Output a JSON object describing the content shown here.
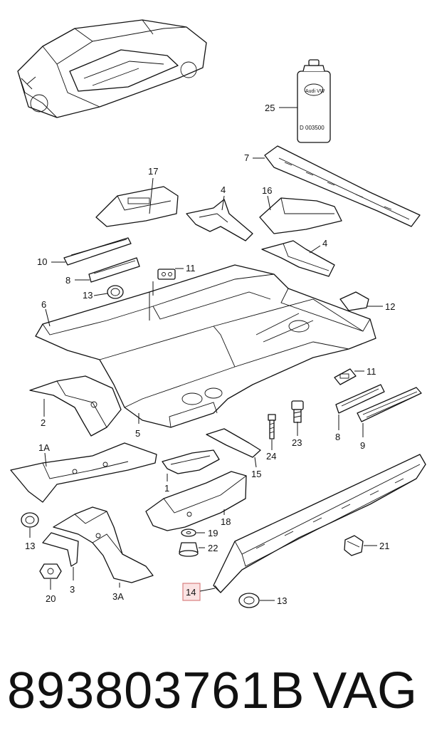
{
  "diagram": {
    "can_label": "D 003500",
    "can_brand": "Audi VW",
    "callouts": {
      "c25": "25",
      "c7": "7",
      "c17": "17",
      "c4a": "4",
      "c16": "16",
      "c10": "10",
      "c4b": "4",
      "c11a": "11",
      "c8a": "8",
      "c13a": "13",
      "c6": "6",
      "c12": "12",
      "c11b": "11",
      "c2": "2",
      "c5": "5",
      "c24": "24",
      "c23": "23",
      "c8b": "8",
      "c9": "9",
      "c1a": "1A",
      "c1": "1",
      "c15": "15",
      "c18": "18",
      "c13b": "13",
      "c19": "19",
      "c22": "22",
      "c21": "21",
      "c20": "20",
      "c3": "3",
      "c3a": "3A",
      "c14": "14",
      "c13c": "13"
    },
    "highlighted": "14",
    "highlight_color": "#fbe3e3"
  },
  "footer": {
    "part_number": "893803761B",
    "brand": "VAG"
  }
}
